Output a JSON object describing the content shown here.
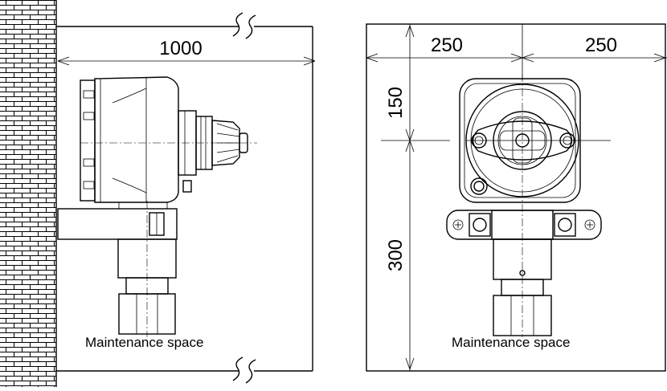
{
  "left_view": {
    "dimension_width": "1000",
    "label": "Maintenance space"
  },
  "right_view": {
    "dimension_left": "250",
    "dimension_right": "250",
    "dimension_top": "150",
    "dimension_bottom": "300",
    "label": "Maintenance space"
  }
}
